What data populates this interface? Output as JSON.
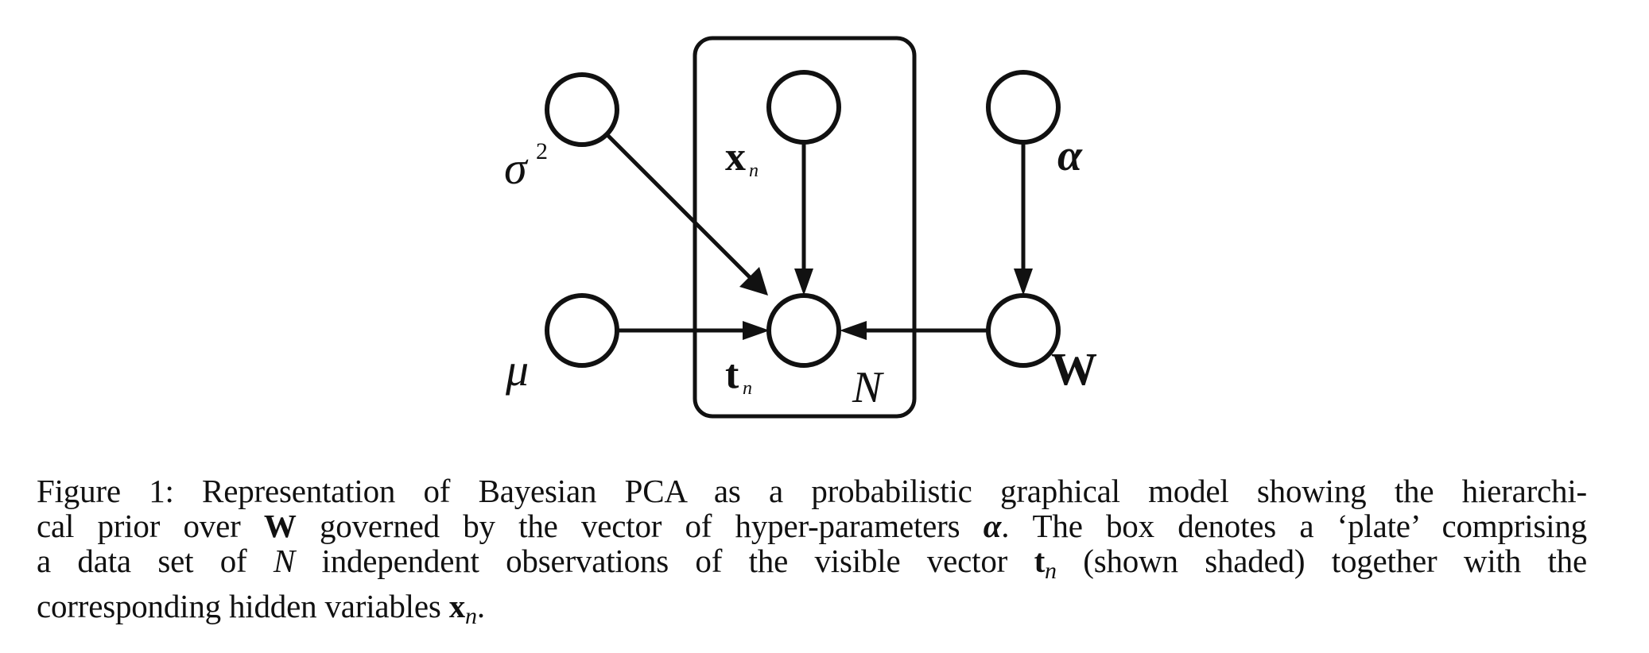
{
  "diagram": {
    "plate_label": "N",
    "nodes": {
      "sigma2": {
        "symbol": "σ",
        "superscript": "2"
      },
      "xn": {
        "symbol": "x",
        "subscript": "n"
      },
      "alpha": {
        "symbol": "α"
      },
      "mu": {
        "symbol": "μ"
      },
      "tn": {
        "symbol": "t",
        "subscript": "n"
      },
      "W": {
        "symbol": "W"
      }
    }
  },
  "caption": {
    "figure_label": "Figure 1:",
    "line1": "Representation of Bayesian PCA as a probabilistic graphical model showing the hierarchi-",
    "line2_a": "cal prior over",
    "line2_W": "W",
    "line2_b": "governed by the vector of hyper-parameters",
    "line2_alpha": "α",
    "line2_c": ". The box denotes a ‘plate’ comprising",
    "line3_a": "a data set of",
    "line3_N": "N",
    "line3_b": "independent observations of the visible vector",
    "line3_t": "t",
    "line3_n": "n",
    "line3_c": "(shown shaded) together with the",
    "line4_a": "corresponding hidden variables",
    "line4_x": "x",
    "line4_n": "n",
    "line4_c": "."
  }
}
